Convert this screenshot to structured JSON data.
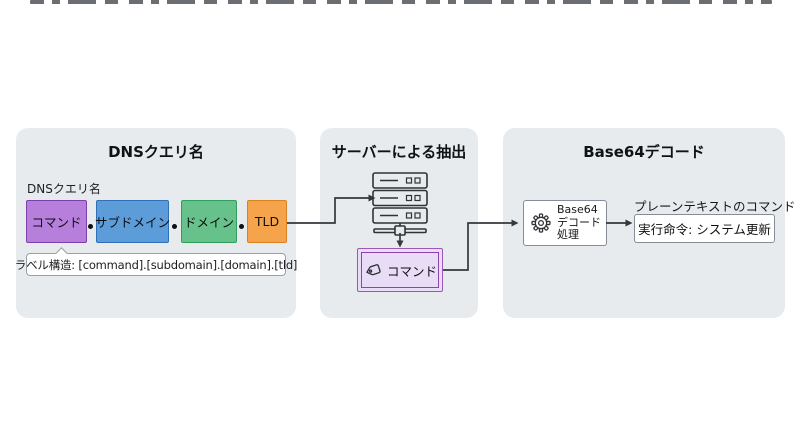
{
  "colors": {
    "page_background": "#ffffff",
    "panel_background": "#e8ebee",
    "connector": "#34383d",
    "command_fill": "#b67fdc",
    "command_border": "#7e3fae",
    "subdomain_fill": "#5b9cd9",
    "subdomain_border": "#2f6fba",
    "domain_fill": "#66c28a",
    "domain_border": "#2f9e5f",
    "tld_fill": "#f6a44c",
    "tld_border": "#d9821f",
    "extracted_fill": "#e9dcf6",
    "extracted_border": "#8e44ad",
    "white_box_border": "#868d96"
  },
  "panels": [
    {
      "title": "DNSクエリ名",
      "query_label": "DNSクエリ名",
      "segments": [
        {
          "label": "コマンド"
        },
        {
          "label": "サブドメイン"
        },
        {
          "label": "ドメイン"
        },
        {
          "label": "TLD"
        }
      ],
      "separator": ".",
      "callout": "ラベル構造: [command].[subdomain].[domain].[tld]"
    },
    {
      "title": "サーバーによる抽出",
      "extracted_label": "コマンド"
    },
    {
      "title": "Base64デコード",
      "process_lines": [
        "Base64",
        "デコード",
        "処理"
      ],
      "result_label": "プレーンテキストのコマンド",
      "result_value": "実行命令: システム更新"
    }
  ]
}
